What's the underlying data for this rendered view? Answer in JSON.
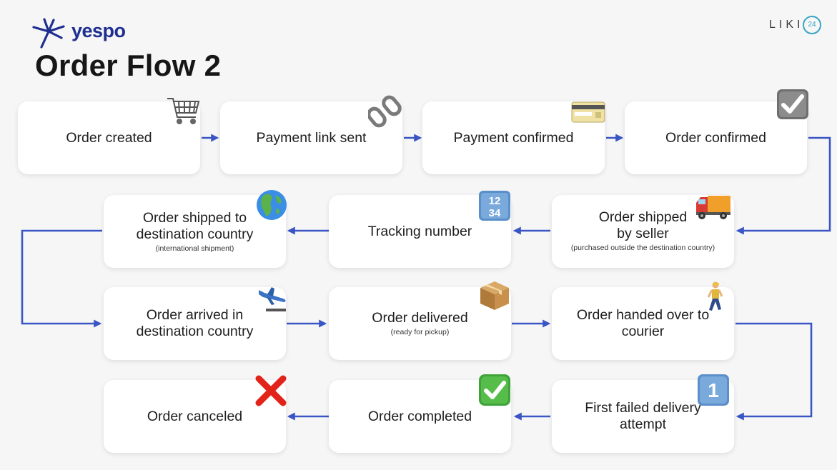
{
  "header": {
    "logo_text": "yespo",
    "title": "Order Flow 2",
    "brand_text": "LIKI",
    "brand_badge": "24"
  },
  "steps": [
    {
      "label": "Order created",
      "icon": "shopping-cart-icon"
    },
    {
      "label": "Payment link sent",
      "icon": "chain-link-icon"
    },
    {
      "label": "Payment confirmed",
      "icon": "credit-card-icon"
    },
    {
      "label": "Order confirmed",
      "icon": "check-mark-icon"
    },
    {
      "label": "Order shipped\nby seller",
      "sub": "(purchased outside the destination country)",
      "icon": "delivery-truck-icon"
    },
    {
      "label": "Tracking number",
      "icon": "numbers-1234-icon",
      "icon_text": [
        "12",
        "34"
      ]
    },
    {
      "label": "Order shipped to\ndestination country",
      "sub": "(international shipment)",
      "icon": "globe-icon"
    },
    {
      "label": "Order arrived in\ndestination country",
      "icon": "airplane-arrival-icon"
    },
    {
      "label": "Order delivered",
      "sub": "(ready for pickup)",
      "icon": "package-icon"
    },
    {
      "label": "Order handed over to\ncourier",
      "icon": "walking-courier-icon"
    },
    {
      "label": "First failed delivery\nattempt",
      "icon": "keycap-one-icon",
      "icon_text": "1"
    },
    {
      "label": "Order completed",
      "icon": "check-box-icon"
    },
    {
      "label": "Order canceled",
      "icon": "cross-mark-icon"
    }
  ],
  "colors": {
    "arrow": "#3a55c4",
    "brand_blue": "#1f2f8f",
    "liki_accent": "#37a5c5"
  }
}
